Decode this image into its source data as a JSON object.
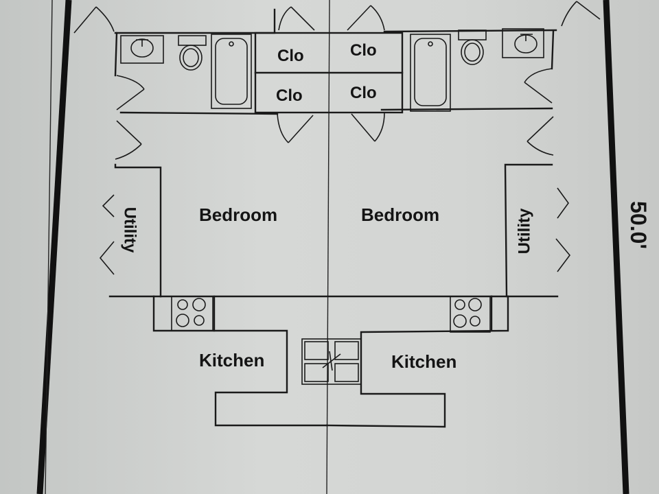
{
  "labels": {
    "clo_top_left": "Clo",
    "clo_top_right": "Clo",
    "clo_bottom_left": "Clo",
    "clo_bottom_right": "Clo",
    "bedroom_left": "Bedroom",
    "bedroom_right": "Bedroom",
    "utility_left": "Utility",
    "utility_right": "Utility",
    "kitchen_left": "Kitchen",
    "kitchen_right": "Kitchen"
  },
  "dimension": "50.0'",
  "icons": [
    "sink-icon",
    "toilet-icon",
    "bathtub-icon",
    "door-swing-icon",
    "range-icon",
    "double-sink-icon"
  ]
}
